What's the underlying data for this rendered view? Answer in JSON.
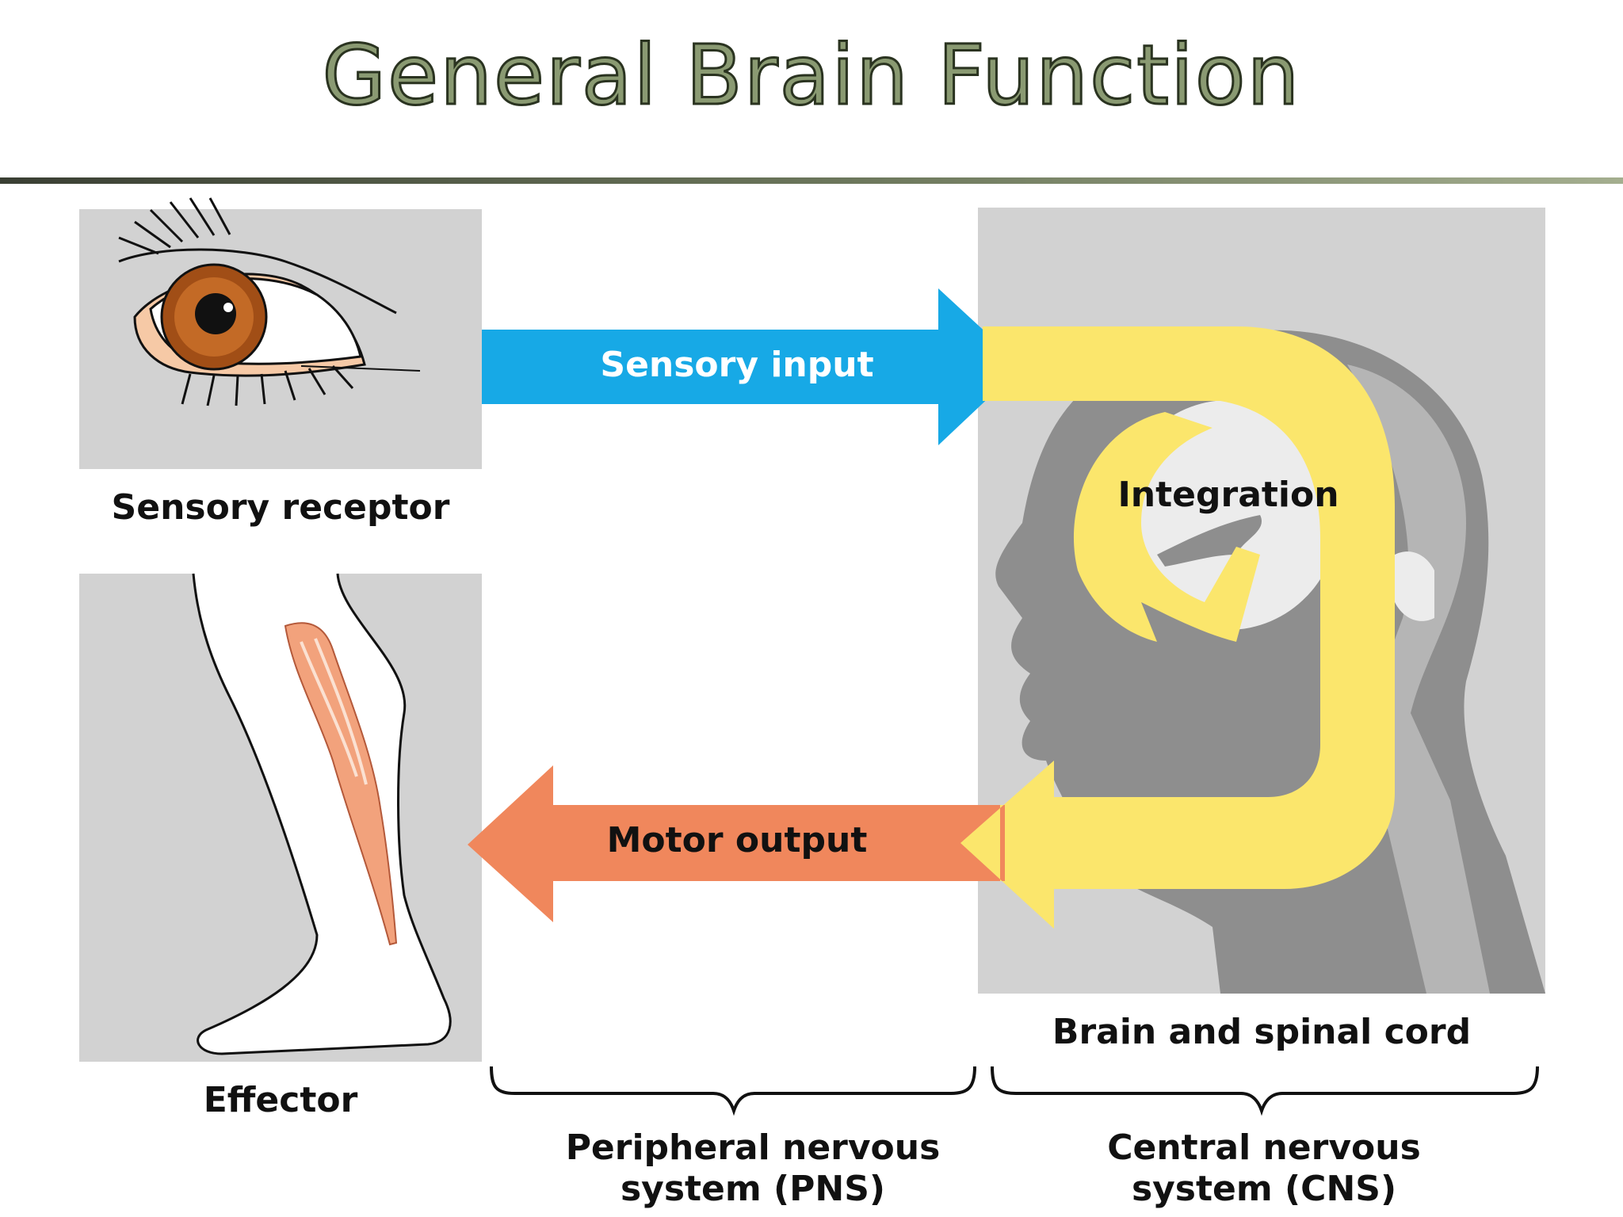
{
  "slide": {
    "title": "General Brain Function"
  },
  "diagram": {
    "arrows": {
      "sensory_input": "Sensory input",
      "motor_output": "Motor output",
      "integration": "Integration"
    },
    "labels": {
      "sensory_receptor": "Sensory receptor",
      "effector": "Effector",
      "brain_spinal_cord": "Brain and spinal cord",
      "pns_line1": "Peripheral nervous",
      "pns_line2": "system (PNS)",
      "cns_line1": "Central nervous",
      "cns_line2": "system (CNS)"
    },
    "colors": {
      "sensory_arrow": "#17a9e6",
      "motor_arrow": "#f0875c",
      "integration_arrow": "#fbe66c",
      "panel_gray": "#d2d2d2",
      "head_silhouette": "#8e8e8e"
    },
    "icons": [
      "eye-icon",
      "leg-muscle-icon",
      "head-silhouette-icon"
    ]
  }
}
